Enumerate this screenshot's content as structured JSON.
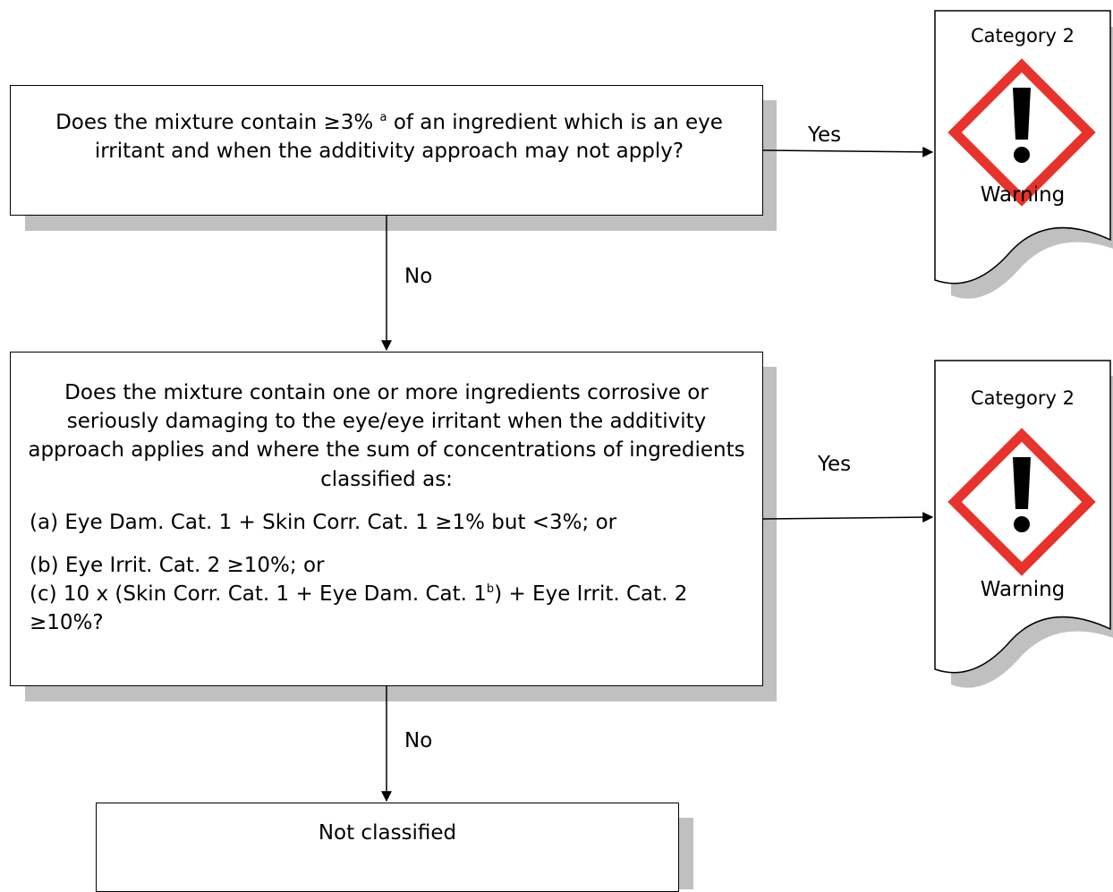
{
  "question1": {
    "text_before_sup": "Does the mixture contain ≥3% ",
    "sup": "a",
    "text_after_sup": " of an ingredient which is an eye irritant and when the additivity approach may not apply?"
  },
  "question2": {
    "intro": "Does the mixture contain one or more ingredients corrosive or seriously damaging to the eye/eye irritant when the additivity approach applies and where the sum of concentrations of ingredients classified as:",
    "item_a": "(a) Eye Dam. Cat. 1 + Skin Corr. Cat. 1 ≥1% but <3%; or",
    "item_b": "(b) Eye Irrit. Cat. 2 ≥10%; or",
    "item_c_before_sup": "(c) 10 x (Skin Corr. Cat. 1 + Eye Dam. Cat. 1",
    "item_c_sup": "b",
    "item_c_after_sup": ") + Eye Irrit. Cat. 2 ≥10%?"
  },
  "result_box": {
    "text": "Not classified"
  },
  "edges": {
    "yes1": "Yes",
    "no1": "No",
    "yes2": "Yes",
    "no2": "No"
  },
  "cards": [
    {
      "category": "Category 2",
      "signal_word": "Warning",
      "pictogram": "exclamation-mark-pictogram"
    },
    {
      "category": "Category 2",
      "signal_word": "Warning",
      "pictogram": "exclamation-mark-pictogram"
    }
  ],
  "colors": {
    "pictogram_border": "#e8332c",
    "shadow": "#c0c0c0"
  }
}
